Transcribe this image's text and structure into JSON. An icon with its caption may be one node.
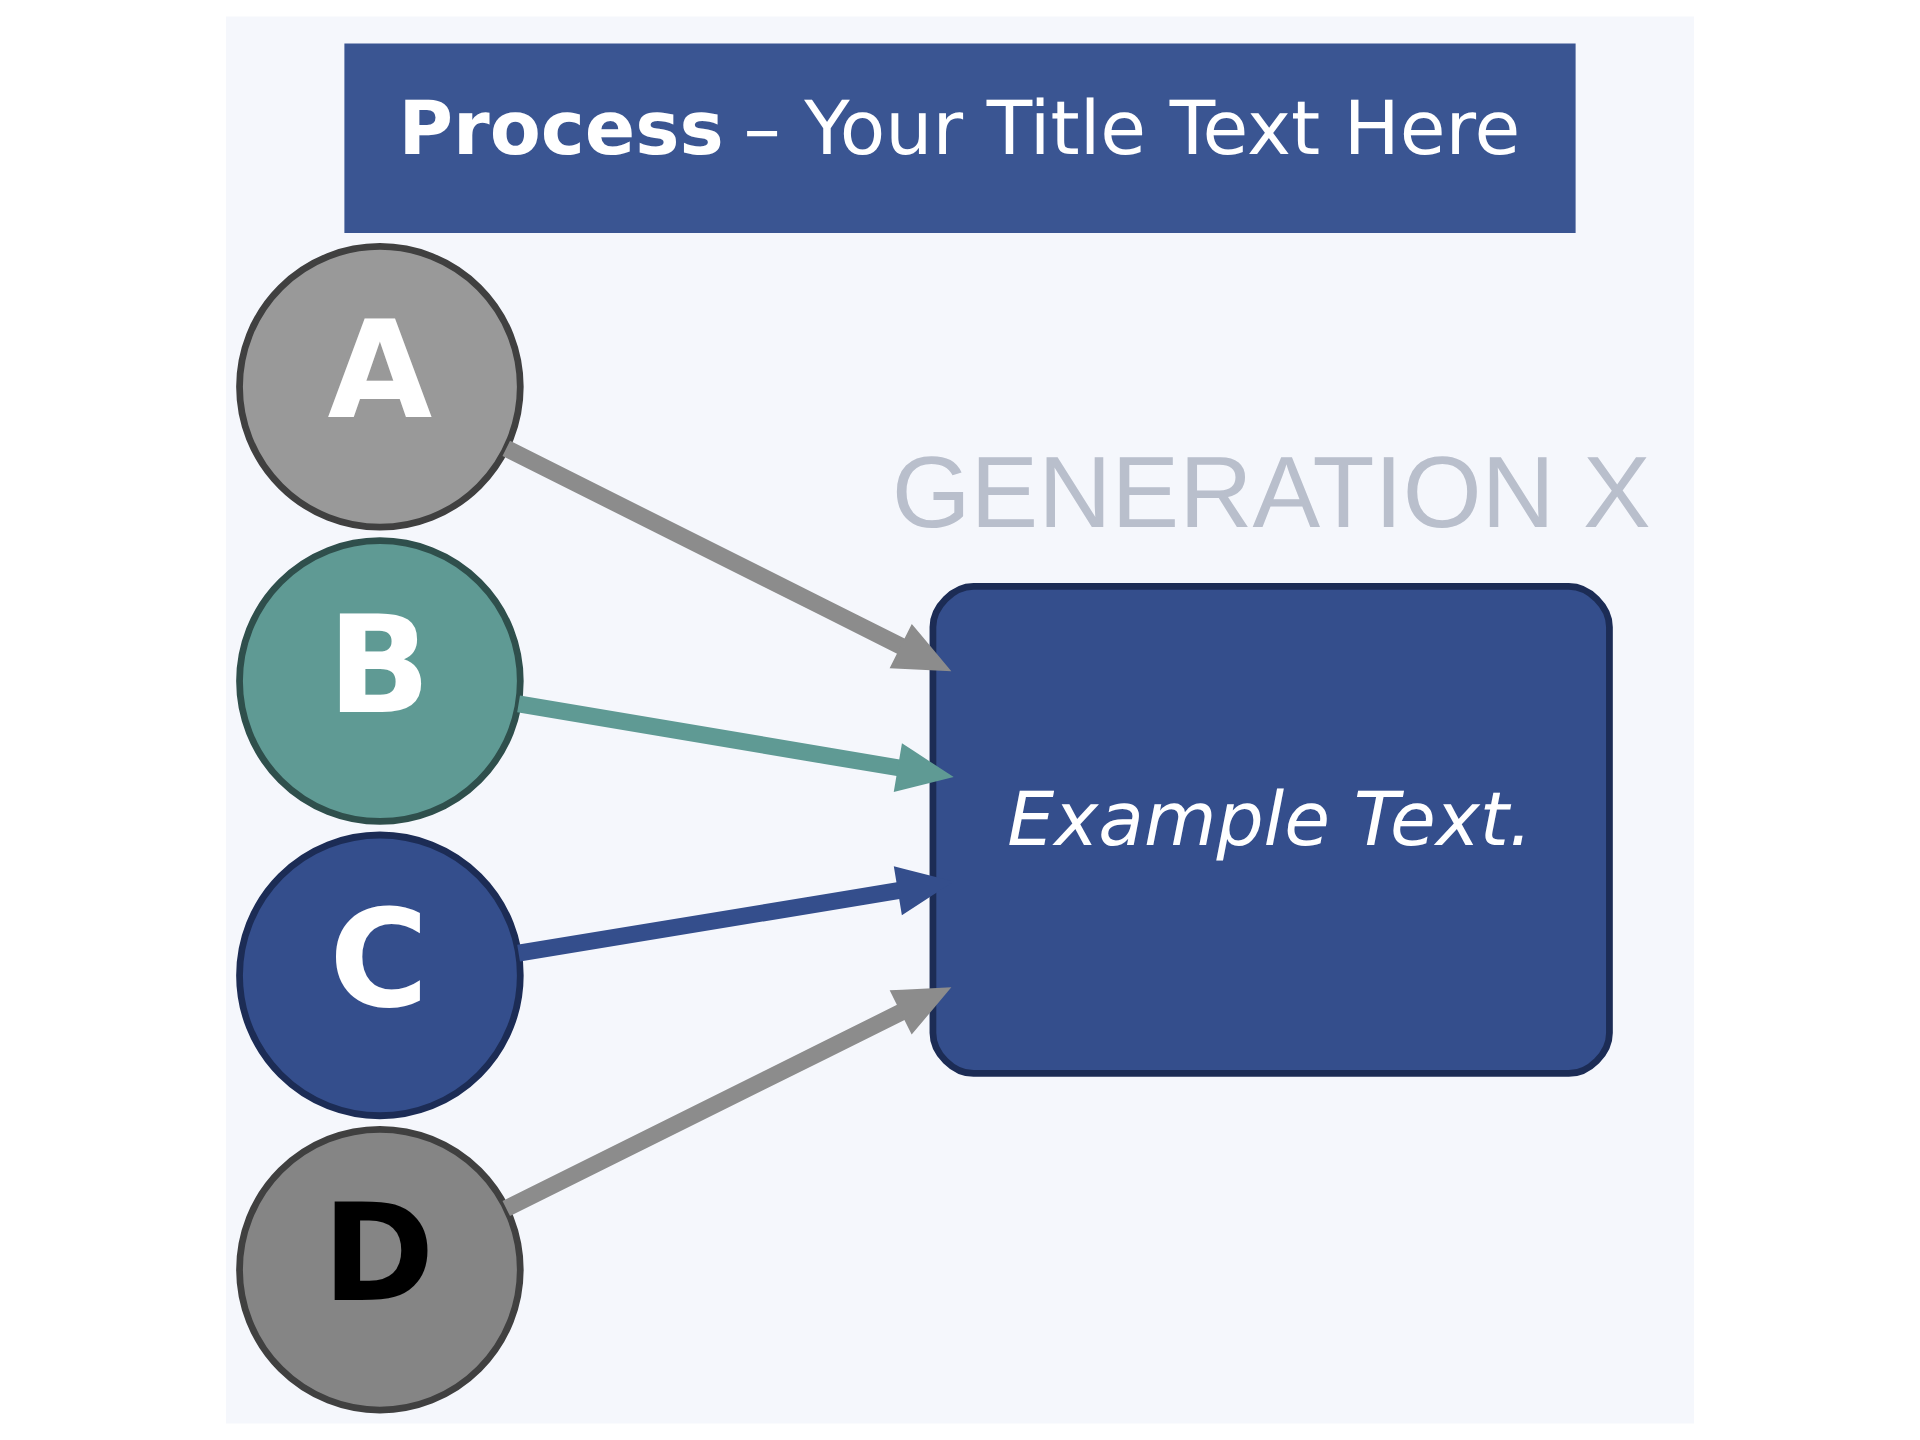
{
  "diagram": {
    "title": "**Process** – Your Title Text Here",
    "nodes": [
      {
        "text": [
          "A"
        ]
      },
      {
        "text": [
          "B"
        ]
      },
      {
        "text": [
          "C"
        ]
      },
      {
        "text": [
          "D"
        ]
      },
      {
        "text": [
          "Example Text."
        ]
      }
    ],
    "edges": [
      {
        "from": 0,
        "to": 4,
        "arrow": "to"
      },
      {
        "from": 1,
        "to": 4,
        "arrow": "to",
        "color": "#5f9a94"
      },
      {
        "from": 2,
        "to": 4,
        "arrow": "to",
        "color": "#344e8c"
      },
      {
        "from": 3,
        "to": 4,
        "arrow": "to"
      }
    ],
    "labels": [
      "GENERATION X"
    ]
  }
}
